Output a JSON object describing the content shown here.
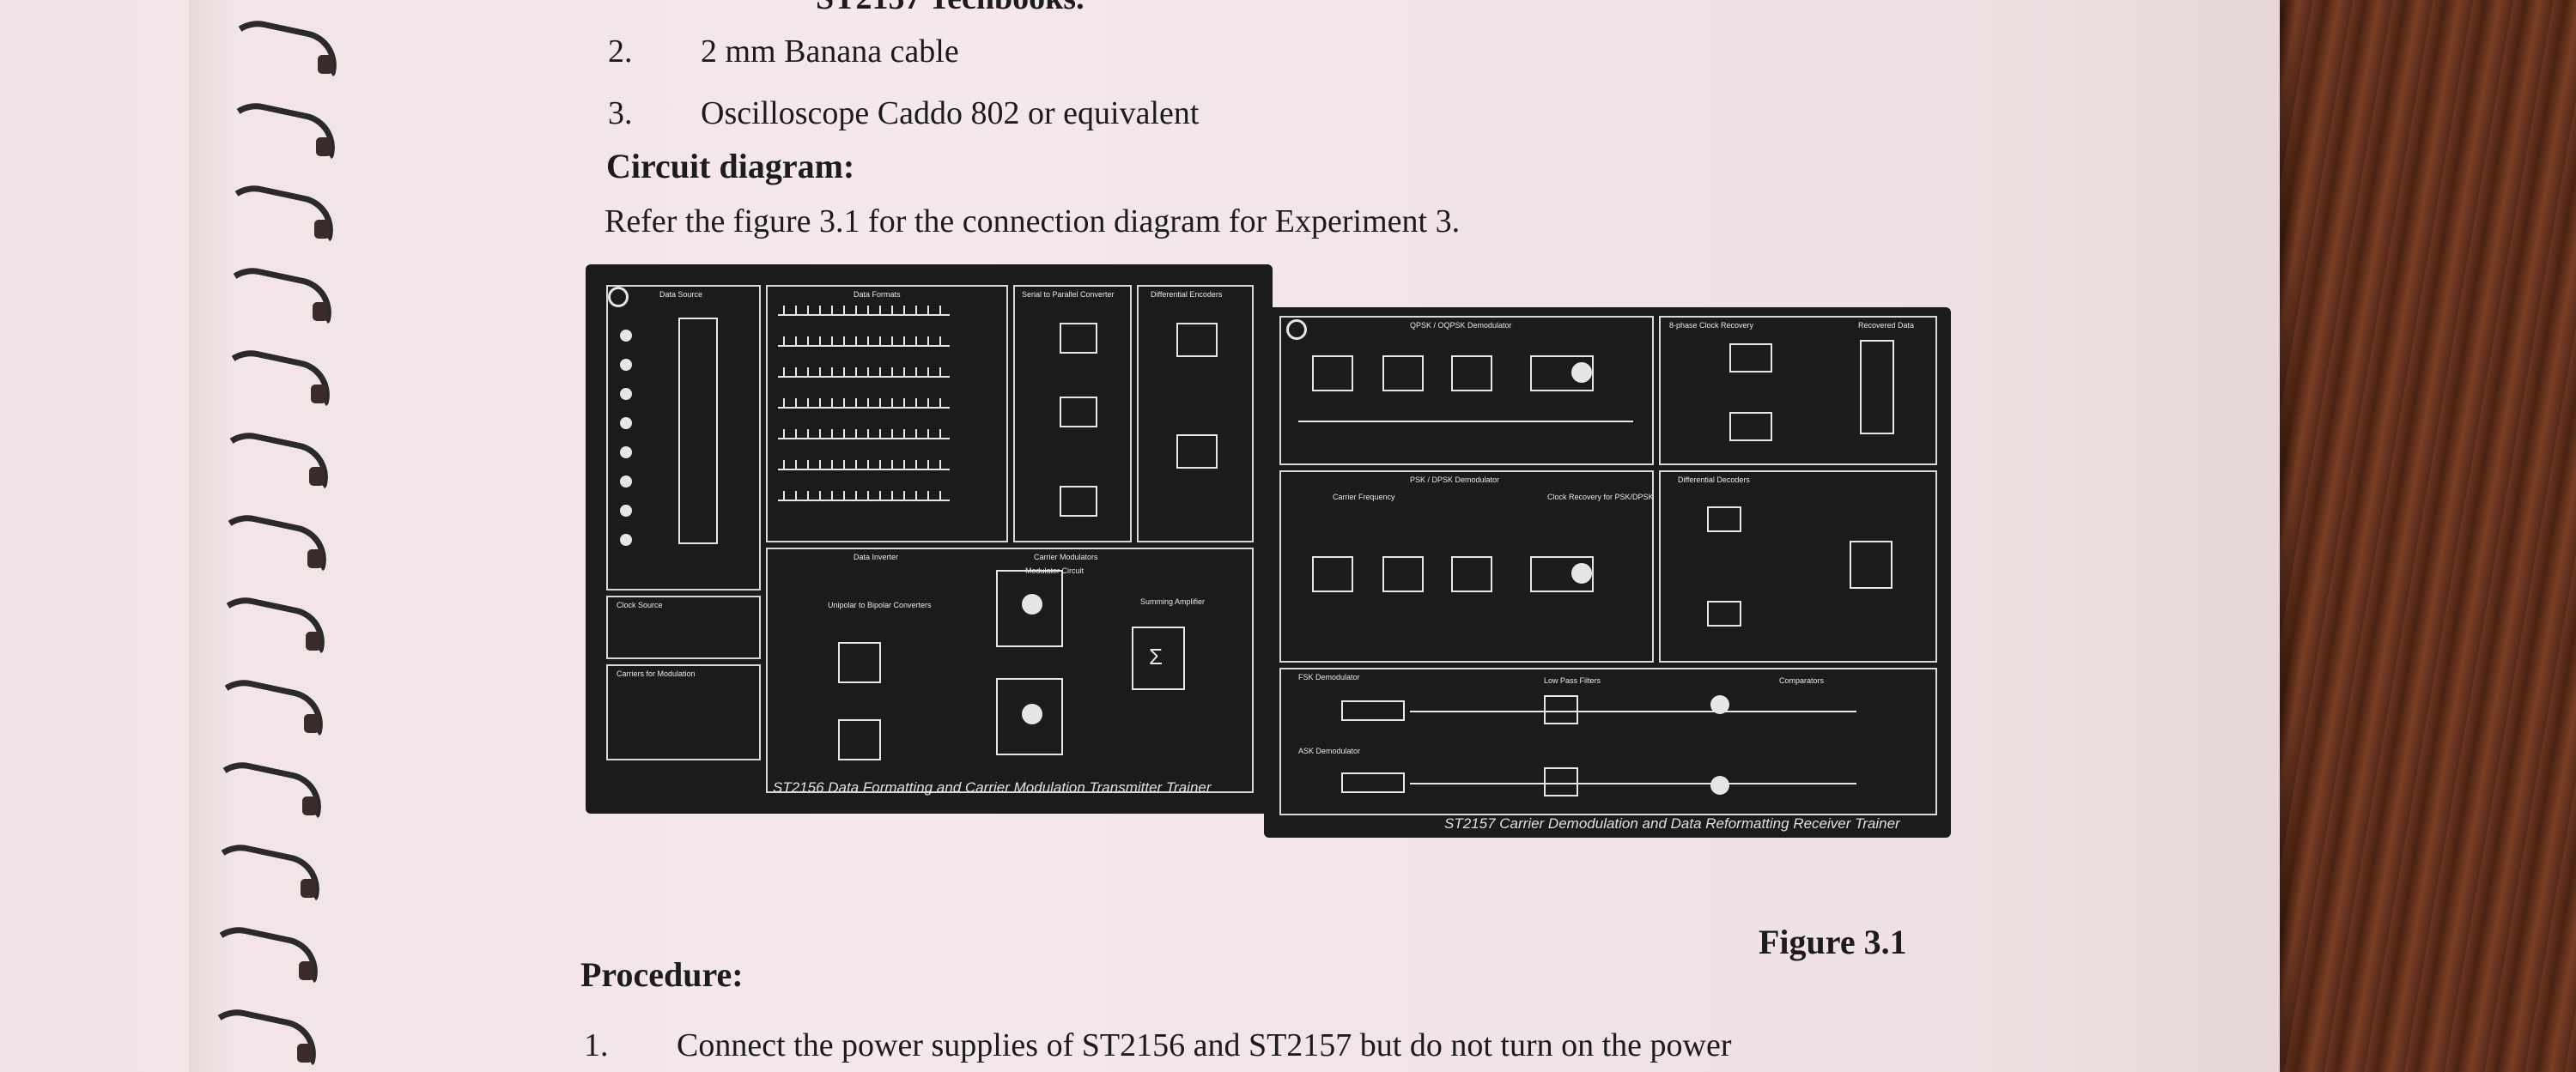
{
  "doc": {
    "top_fragment": "ST2157 Techbooks.",
    "items": [
      {
        "num": "2.",
        "text": "2 mm Banana cable"
      },
      {
        "num": "3.",
        "text": "Oscilloscope Caddo 802 or equivalent"
      }
    ],
    "circuit_heading": "Circuit diagram:",
    "refer_text": "Refer the figure 3.1 for the connection diagram for Experiment 3.",
    "figure_caption": "Figure 3.1",
    "procedure_heading": "Procedure:",
    "step1_num": "1.",
    "step1_text": "Connect the power supplies of ST2156 and ST2157 but do not turn on the power"
  },
  "figure": {
    "left_trainer": {
      "caption": "ST2156  Data Formatting and Carrier Modulation Transmitter Trainer",
      "sections": [
        "Data Source",
        "Data Formats",
        "Serial to Parallel Converter",
        "Differential Encoders",
        "Clock Source",
        "Carriers for Modulation",
        "Data Inverter",
        "Unipolar to Bipolar Converters",
        "Carrier Modulators",
        "Modulator Circuit",
        "Summing Amplifier"
      ]
    },
    "right_trainer": {
      "caption": "ST2157  Carrier Demodulation and Data Reformatting Receiver Trainer",
      "sections": [
        "QPSK / OQPSK Demodulator",
        "8-phase Clock Recovery",
        "Recovered Data",
        "PSK / DPSK Demodulator",
        "Carrier Frequency",
        "Clock Recovery for PSK/DPSK",
        "Differential Decoders",
        "FSK Demodulator",
        "ASK Demodulator",
        "Low Pass Filters",
        "Comparators"
      ]
    }
  },
  "colors": {
    "panel": "#1b1b1b",
    "paper": "#f3e6e8",
    "ink": "#1c1c1c",
    "desk": "#5a2e1c"
  }
}
